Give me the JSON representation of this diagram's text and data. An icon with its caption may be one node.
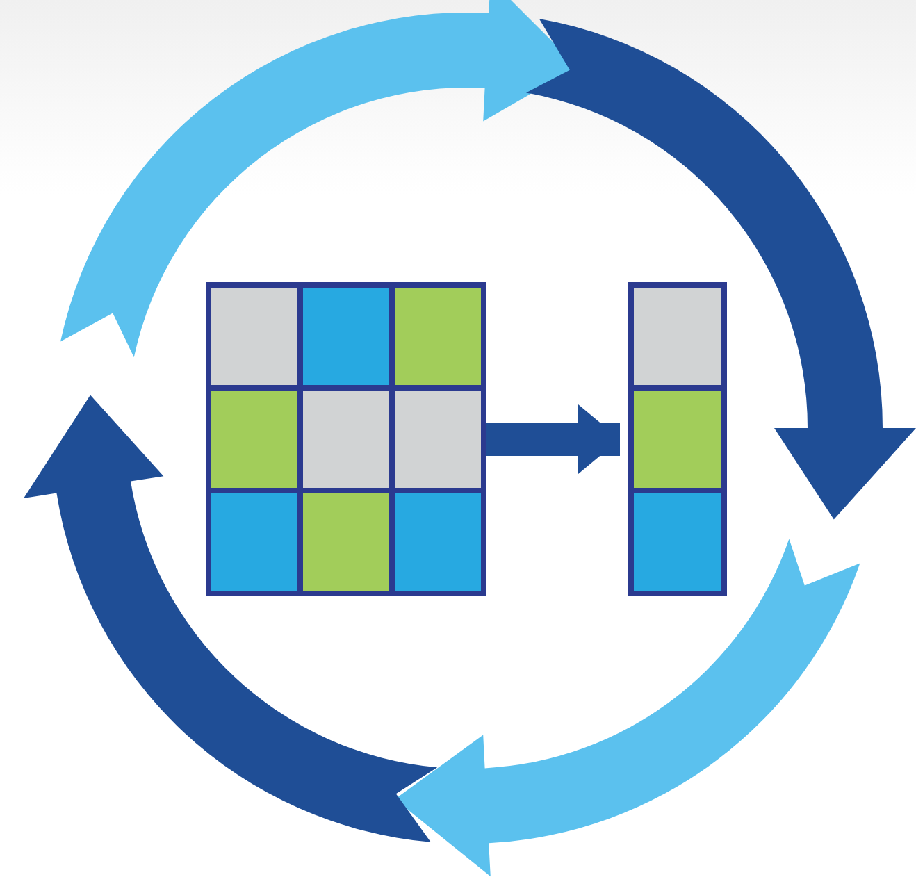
{
  "diagram": {
    "nodes": [
      {
        "text": [],
        "shape": "box"
      },
      {
        "text": [],
        "shape": "box"
      }
    ],
    "edges": [
      {
        "from": 0,
        "to": 1,
        "arrow": "to"
      }
    ]
  }
}
